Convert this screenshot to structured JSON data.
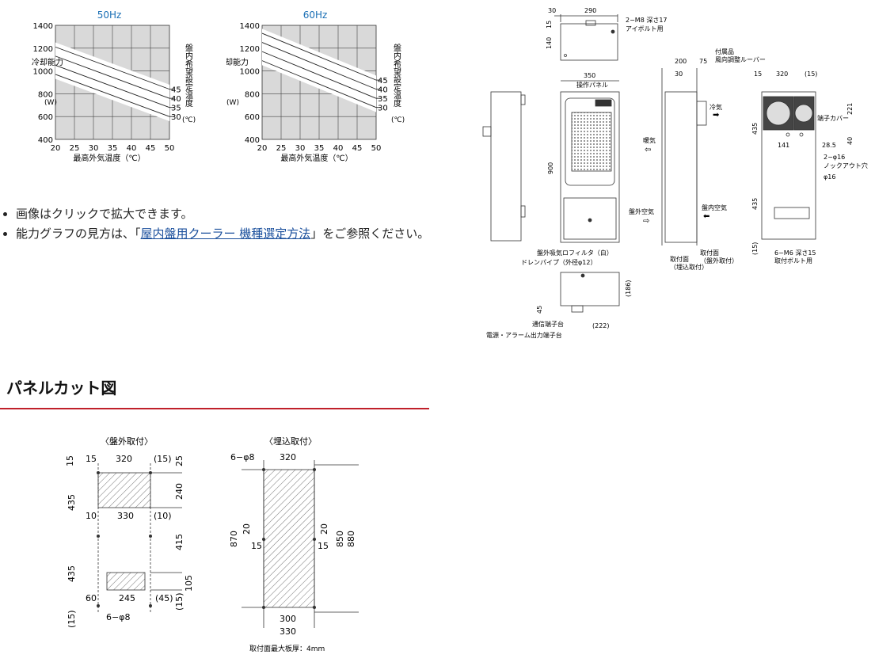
{
  "charts": [
    {
      "freq_label": "50Hz",
      "ylabel": "冷却能力",
      "yunit": "(W)",
      "xlabel": "最高外気温度（℃）",
      "xticks": [
        "20",
        "25",
        "30",
        "35",
        "40",
        "45",
        "50"
      ],
      "yticks": [
        "400",
        "600",
        "800",
        "1000",
        "1200",
        "1400"
      ],
      "right_label": "盤内希望設定温度",
      "right_unit": "(℃)",
      "setpoints": [
        "45",
        "40",
        "35",
        "30"
      ]
    },
    {
      "freq_label": "60Hz",
      "ylabel": "冷却能力",
      "yunit": "(W)",
      "xlabel": "最高外気温度（℃）",
      "xticks": [
        "20",
        "25",
        "30",
        "35",
        "40",
        "45",
        "50"
      ],
      "yticks": [
        "400",
        "600",
        "800",
        "1000",
        "1200",
        "1400"
      ],
      "right_label": "盤内希望設定温度",
      "right_unit": "(℃)",
      "setpoints": [
        "45",
        "40",
        "35",
        "30"
      ]
    }
  ],
  "chart_data": [
    {
      "type": "line",
      "title": "50Hz",
      "xlabel": "最高外気温度（℃）",
      "ylabel": "冷却能力 (W)",
      "xlim": [
        20,
        50
      ],
      "ylim": [
        400,
        1400
      ],
      "grid": true,
      "series": [
        {
          "name": "45",
          "x": [
            20,
            50
          ],
          "y": [
            1210,
            840
          ]
        },
        {
          "name": "40",
          "x": [
            20,
            50
          ],
          "y": [
            1130,
            760
          ]
        },
        {
          "name": "35",
          "x": [
            20,
            50
          ],
          "y": [
            1050,
            680
          ]
        },
        {
          "name": "30",
          "x": [
            20,
            50
          ],
          "y": [
            970,
            600
          ]
        }
      ]
    },
    {
      "type": "line",
      "title": "60Hz",
      "xlabel": "最高外気温度（℃）",
      "ylabel": "冷却能力 (W)",
      "xlim": [
        20,
        50
      ],
      "ylim": [
        400,
        1400
      ],
      "grid": true,
      "series": [
        {
          "name": "45",
          "x": [
            20,
            50
          ],
          "y": [
            1330,
            920
          ]
        },
        {
          "name": "40",
          "x": [
            20,
            50
          ],
          "y": [
            1250,
            840
          ]
        },
        {
          "name": "35",
          "x": [
            20,
            50
          ],
          "y": [
            1170,
            760
          ]
        },
        {
          "name": "30",
          "x": [
            20,
            50
          ],
          "y": [
            1090,
            680
          ]
        }
      ]
    }
  ],
  "notes": {
    "item1": "画像はクリックで拡大できます。",
    "item2_prefix": "能力グラフの見方は、「",
    "item2_link": "屋内盤用クーラー 機種選定方法",
    "item2_suffix": "」をご参照ください。"
  },
  "panel_cut": {
    "title": "パネルカット図",
    "accent_color": "#c0202a"
  },
  "drawing": {
    "dim_30": "30",
    "dim_290": "290",
    "dim_15a": "15",
    "dim_140": "140",
    "eyebolt": "2−M8 深さ17",
    "eyebolt_sub": "アイボルト用",
    "accessory": "付属品",
    "louver": "風向調整ルーバー",
    "dim_200": "200",
    "dim_75": "75",
    "dim_30b": "30",
    "dim_350": "350",
    "op_panel": "操作パネル",
    "dim_900": "900",
    "warm_air": "暖気",
    "cold_air": "冷気",
    "outside_air": "盤外空気",
    "inside_air": "盤内空気",
    "filter": "盤外吸気ロフィルタ（白）",
    "drain": "ドレンパイプ（外径φ12）",
    "mount_embed": "取付面",
    "mount_embed_sub": "（埋込取付）",
    "mount_out": "取付面",
    "mount_out_sub": "（盤外取付）",
    "dim_15b": "15",
    "dim_320": "320",
    "dim_15p": "(15)",
    "dim_221": "221",
    "dim_435a": "435",
    "terminal_cover": "端子カバー",
    "dim_40": "40",
    "dim_141": "141",
    "dim_285": "28.5",
    "holes_16": "2−φ16",
    "knockout": "ノックアウト穴",
    "phi16": "φ16",
    "dim_435b": "435",
    "dim_15c": "(15)",
    "m6": "6−M6 深さ15",
    "m6_sub": "取付ボルト用",
    "dim_186": "(186)",
    "dim_45": "45",
    "comm_terminal": "通信端子台",
    "power_terminal": "電源・アラーム出力端子台",
    "dim_222": "(222)"
  },
  "cut_out": {
    "label": "〈盤外取付〉",
    "t15": "15",
    "t15b": "15",
    "t320": "320",
    "t15p": "(15)",
    "t25": "25",
    "t435a": "435",
    "t240": "240",
    "t10": "10",
    "t330": "330",
    "t10p": "(10)",
    "t415": "415",
    "t435b": "435",
    "t105": "105",
    "t15q": "(15)",
    "t60": "60",
    "t245": "245",
    "t45p": "(45)",
    "t15r": "(15)",
    "holes": "6−φ8"
  },
  "cut_embed": {
    "label": "〈埋込取付〉",
    "holes": "6−φ8",
    "t320": "320",
    "t870": "870",
    "t20a": "20",
    "t20b": "20",
    "t15a": "15",
    "t15b": "15",
    "t850": "850",
    "t880": "880",
    "t300": "300",
    "t330": "330",
    "max_thickness": "取付面最大板厚：4mm"
  }
}
